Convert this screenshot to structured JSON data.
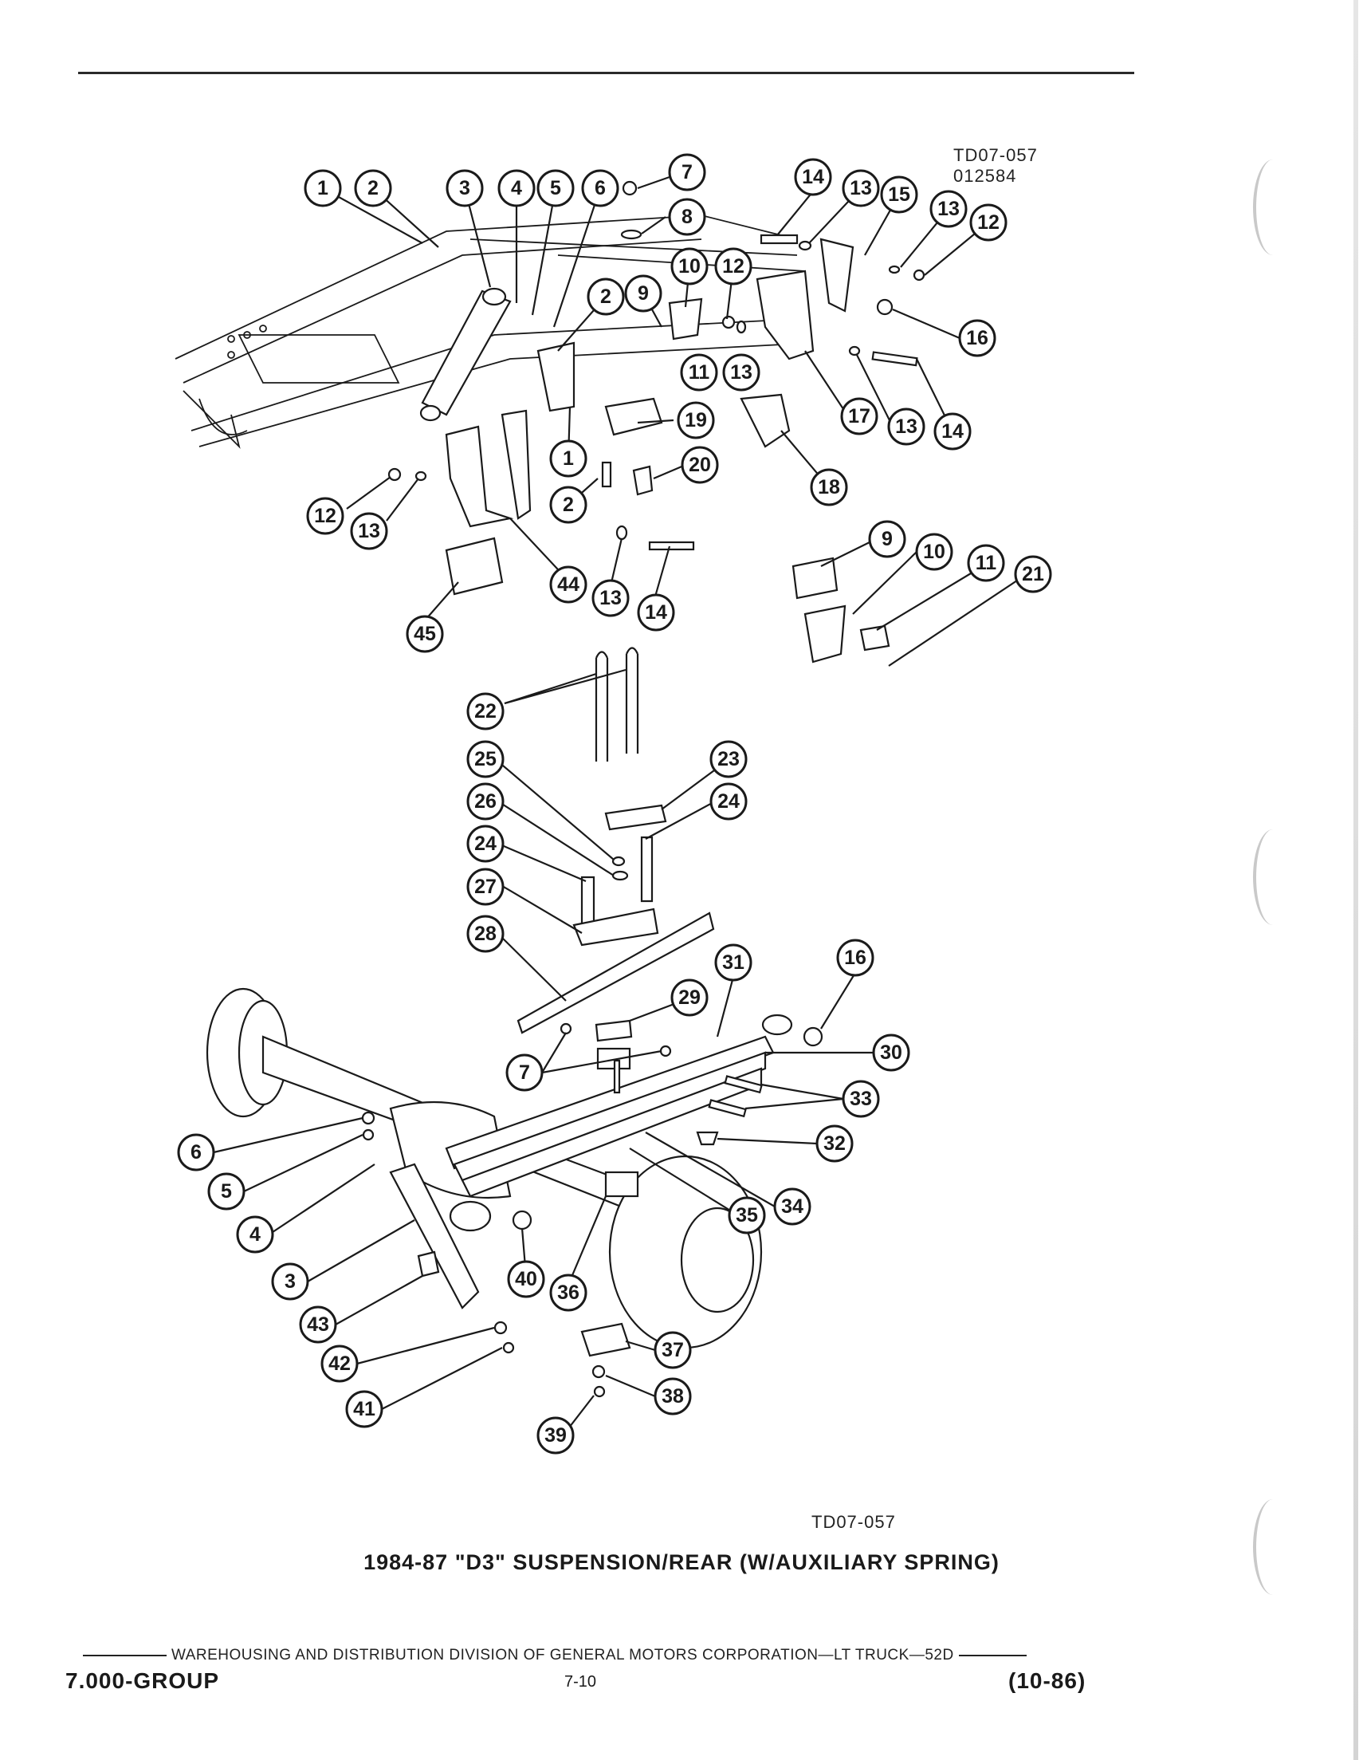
{
  "diagram": {
    "code_top_line1": "TD07-057",
    "code_top_line2": "012584",
    "code_bottom": "TD07-057",
    "title": "1984-87 \"D3\" SUSPENSION/REAR (W/AUXILIARY SPRING)"
  },
  "callouts": [
    {
      "id": "c-1a",
      "label": "1"
    },
    {
      "id": "c-2a",
      "label": "2"
    },
    {
      "id": "c-3a",
      "label": "3"
    },
    {
      "id": "c-4a",
      "label": "4"
    },
    {
      "id": "c-5a",
      "label": "5"
    },
    {
      "id": "c-6a",
      "label": "6"
    },
    {
      "id": "c-7a",
      "label": "7"
    },
    {
      "id": "c-8a",
      "label": "8"
    },
    {
      "id": "c-14a",
      "label": "14"
    },
    {
      "id": "c-13a",
      "label": "13"
    },
    {
      "id": "c-15a",
      "label": "15"
    },
    {
      "id": "c-13b",
      "label": "13"
    },
    {
      "id": "c-12a",
      "label": "12"
    },
    {
      "id": "c-10a",
      "label": "10"
    },
    {
      "id": "c-12b",
      "label": "12"
    },
    {
      "id": "c-2b",
      "label": "2"
    },
    {
      "id": "c-9a",
      "label": "9"
    },
    {
      "id": "c-16a",
      "label": "16"
    },
    {
      "id": "c-11a",
      "label": "11"
    },
    {
      "id": "c-13c",
      "label": "13"
    },
    {
      "id": "c-17a",
      "label": "17"
    },
    {
      "id": "c-13d",
      "label": "13"
    },
    {
      "id": "c-14b",
      "label": "14"
    },
    {
      "id": "c-19a",
      "label": "19"
    },
    {
      "id": "c-1b",
      "label": "1"
    },
    {
      "id": "c-20a",
      "label": "20"
    },
    {
      "id": "c-18a",
      "label": "18"
    },
    {
      "id": "c-2c",
      "label": "2"
    },
    {
      "id": "c-12c",
      "label": "12"
    },
    {
      "id": "c-13e",
      "label": "13"
    },
    {
      "id": "c-9b",
      "label": "9"
    },
    {
      "id": "c-10b",
      "label": "10"
    },
    {
      "id": "c-11b",
      "label": "11"
    },
    {
      "id": "c-21a",
      "label": "21"
    },
    {
      "id": "c-44a",
      "label": "44"
    },
    {
      "id": "c-13f",
      "label": "13"
    },
    {
      "id": "c-14c",
      "label": "14"
    },
    {
      "id": "c-45a",
      "label": "45"
    },
    {
      "id": "c-22a",
      "label": "22"
    },
    {
      "id": "c-25a",
      "label": "25"
    },
    {
      "id": "c-23a",
      "label": "23"
    },
    {
      "id": "c-26a",
      "label": "26"
    },
    {
      "id": "c-24a",
      "label": "24"
    },
    {
      "id": "c-24b",
      "label": "24"
    },
    {
      "id": "c-27a",
      "label": "27"
    },
    {
      "id": "c-28a",
      "label": "28"
    },
    {
      "id": "c-31a",
      "label": "31"
    },
    {
      "id": "c-16b",
      "label": "16"
    },
    {
      "id": "c-29a",
      "label": "29"
    },
    {
      "id": "c-30a",
      "label": "30"
    },
    {
      "id": "c-7b",
      "label": "7"
    },
    {
      "id": "c-33a",
      "label": "33"
    },
    {
      "id": "c-6b",
      "label": "6"
    },
    {
      "id": "c-32a",
      "label": "32"
    },
    {
      "id": "c-5b",
      "label": "5"
    },
    {
      "id": "c-34a",
      "label": "34"
    },
    {
      "id": "c-35a",
      "label": "35"
    },
    {
      "id": "c-4b",
      "label": "4"
    },
    {
      "id": "c-3b",
      "label": "3"
    },
    {
      "id": "c-40a",
      "label": "40"
    },
    {
      "id": "c-36a",
      "label": "36"
    },
    {
      "id": "c-43a",
      "label": "43"
    },
    {
      "id": "c-37a",
      "label": "37"
    },
    {
      "id": "c-42a",
      "label": "42"
    },
    {
      "id": "c-38a",
      "label": "38"
    },
    {
      "id": "c-41a",
      "label": "41"
    },
    {
      "id": "c-39a",
      "label": "39"
    }
  ],
  "footer": {
    "distribution_line": "WAREHOUSING AND DISTRIBUTION  DIVISION OF GENERAL MOTORS CORPORATION—LT TRUCK—52D",
    "group": "7.000-GROUP",
    "page": "7-10",
    "date": "(10-86)"
  }
}
